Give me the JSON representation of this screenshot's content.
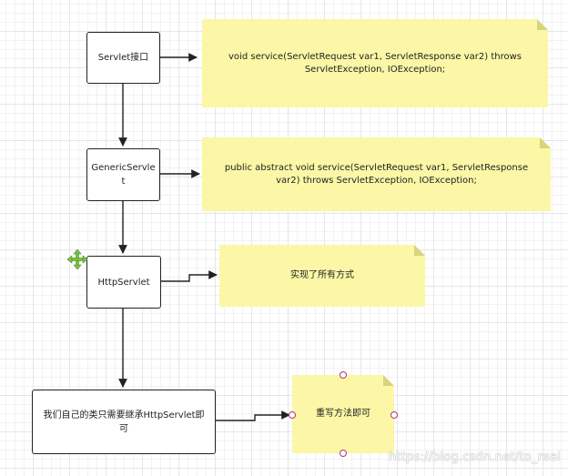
{
  "nodes": {
    "servlet": "Servlet接口",
    "generic_servlet": "GenericServlet",
    "http_servlet": "HttpServlet",
    "own_class": "我们自己的类只需要继承HttpServlet即可"
  },
  "notes": {
    "servlet_note": "void service(ServletRequest var1, ServletResponse var2) throws ServletException, IOException;",
    "generic_note": "public abstract void service(ServletRequest var1, ServletResponse var2) throws ServletException, IOException;",
    "http_note": "实现了所有方式",
    "override_note": "重写方法即可"
  },
  "watermark": "https://blog.csdn.net/to_real",
  "colors": {
    "note_fill": "#fbf7a6",
    "note_fold": "#d9d37a",
    "line": "#222222",
    "move_icon": "#7dc242",
    "selection_handle": "#b0347b"
  },
  "icons": {
    "move": "move-arrows-icon"
  }
}
